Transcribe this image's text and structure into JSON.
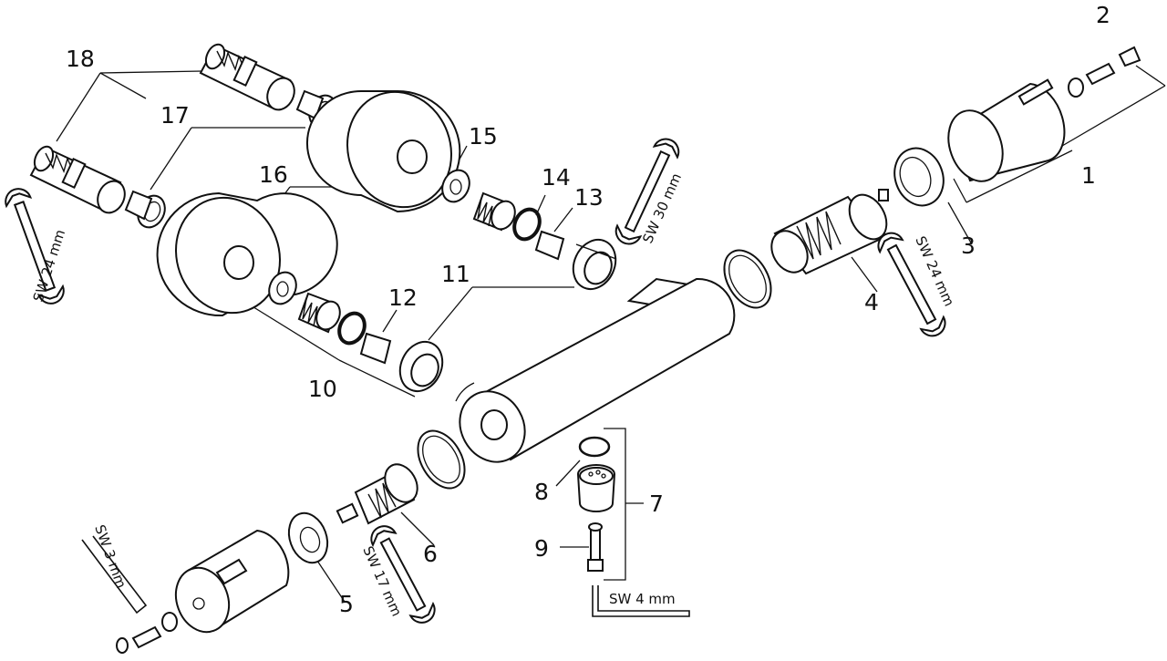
{
  "diagram": {
    "part_numbers": [
      "1",
      "2",
      "3",
      "4",
      "5",
      "6",
      "7",
      "8",
      "9",
      "10",
      "11",
      "12",
      "13",
      "14",
      "15",
      "16",
      "17",
      "18"
    ],
    "tool_labels": {
      "sw24_left": "SW 24 mm",
      "sw30": "SW 30 mm",
      "sw24_right": "SW 24 mm",
      "sw17": "SW 17 mm",
      "sw3": "SW 3 mm",
      "sw4": "SW 4 mm"
    }
  },
  "icons": [
    "wrench-icon",
    "hex-key-icon"
  ]
}
